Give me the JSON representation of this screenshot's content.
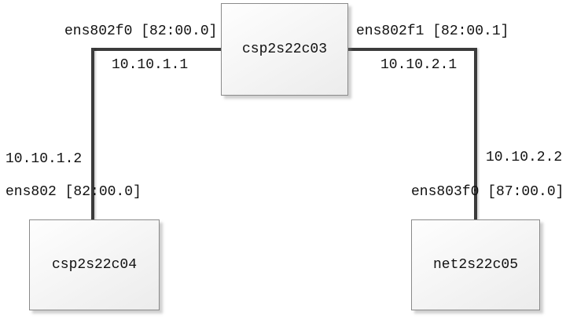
{
  "diagram": {
    "type": "network-topology",
    "nodes": [
      {
        "id": "csp2s22c03",
        "label": "csp2s22c03",
        "role": "top-center"
      },
      {
        "id": "csp2s22c04",
        "label": "csp2s22c04",
        "role": "bottom-left"
      },
      {
        "id": "net2s22c05",
        "label": "net2s22c05",
        "role": "bottom-right"
      }
    ],
    "links": [
      {
        "from": "csp2s22c03",
        "to": "csp2s22c04",
        "from_interface": "ens802f0 [82:00.0]",
        "from_ip": "10.10.1.1",
        "to_ip": "10.10.1.2",
        "to_interface": "ens802 [82:00.0]"
      },
      {
        "from": "csp2s22c03",
        "to": "net2s22c05",
        "from_interface": "ens802f1 [82:00.1]",
        "from_ip": "10.10.2.1",
        "to_ip": "10.10.2.2",
        "to_interface": "ens803f0 [87:00.0]"
      }
    ],
    "colors": {
      "background": "#ffffff",
      "line": "#3b3b3b",
      "box_border": "#8a8a8a",
      "box_fill_start": "#fefefe",
      "box_fill_end": "#ececec",
      "text": "#111111"
    }
  }
}
